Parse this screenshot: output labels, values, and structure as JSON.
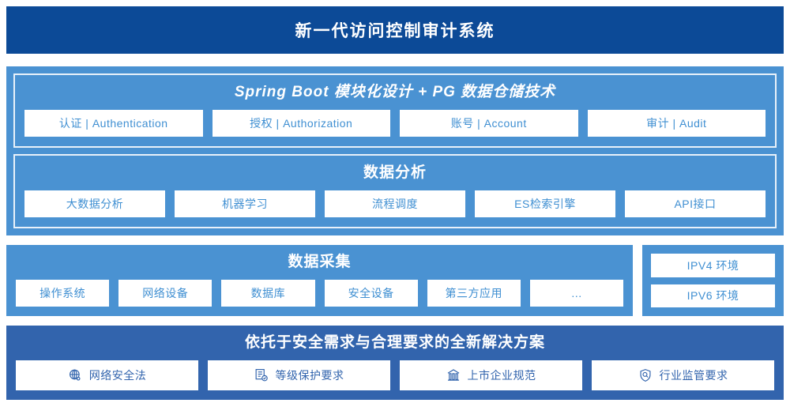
{
  "header": {
    "title": "新一代访问控制审计系统"
  },
  "platform": {
    "modules_panel": {
      "heading": "Spring Boot 模块化设计 + PG 数据仓储技术",
      "cards": [
        "认证 | Authentication",
        "授权 | Authorization",
        "账号 | Account",
        "审计 | Audit"
      ]
    },
    "analytics_panel": {
      "heading": "数据分析",
      "cards": [
        "大数据分析",
        "机器学习",
        "流程调度",
        "ES检索引擎",
        "API接口"
      ]
    }
  },
  "collection": {
    "heading": "数据采集",
    "cards": [
      "操作系统",
      "网络设备",
      "数据库",
      "安全设备",
      "第三方应用",
      "…"
    ]
  },
  "environment": {
    "cards": [
      "IPV4 环境",
      "IPV6 环境"
    ]
  },
  "compliance": {
    "heading": "依托于安全需求与合理要求的全新解决方案",
    "cards": [
      {
        "label": "网络安全法",
        "icon": "globe-icon"
      },
      {
        "label": "等级保护要求",
        "icon": "document-check-icon"
      },
      {
        "label": "上市企业规范",
        "icon": "bank-building-icon"
      },
      {
        "label": "行业监管要求",
        "icon": "shield-search-icon"
      }
    ]
  },
  "colors": {
    "header_navy": "#0c4a97",
    "band_light_blue": "#4a92d2",
    "band_medium_blue": "#3264ad",
    "card_text_blue": "#3f8fd2",
    "card_bg": "#ffffff",
    "panel_border": "#e8f1fa"
  }
}
